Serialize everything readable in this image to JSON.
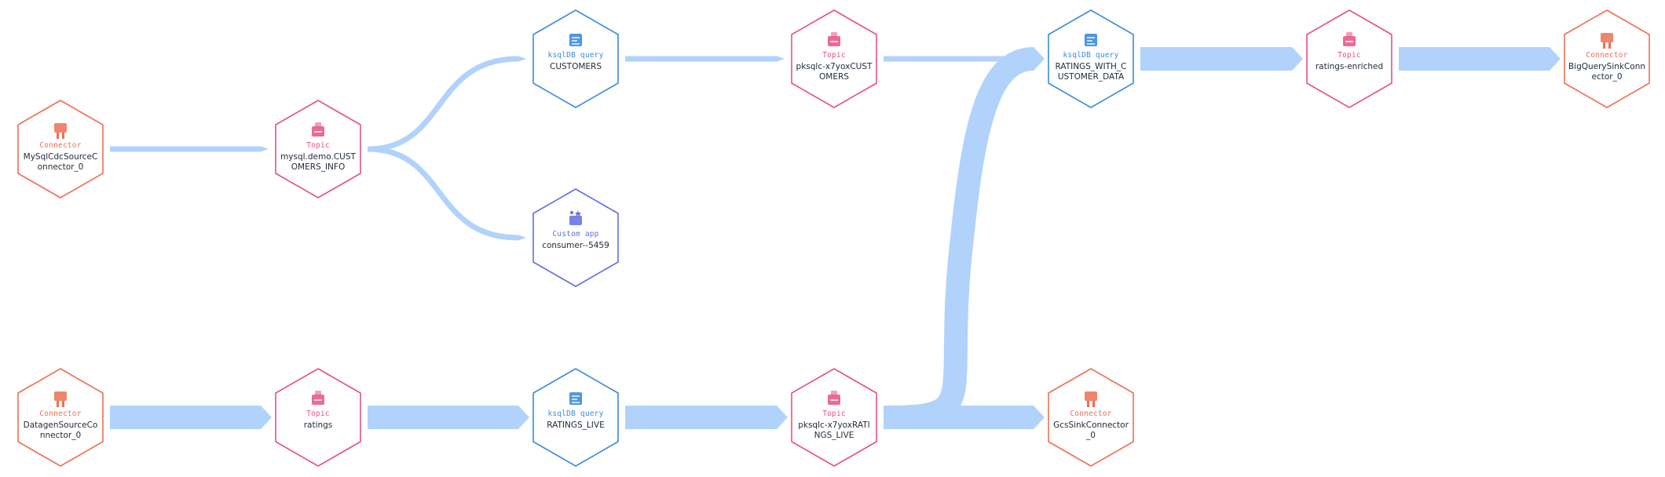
{
  "colors": {
    "connector": "#ef6f52",
    "topic": "#e94f86",
    "ksql": "#3a8ce0",
    "custom": "#5f6fe0",
    "edge": "#b1d2fb",
    "edge_dark": "#8fbcf6"
  },
  "nodes": [
    {
      "id": "mysql-src",
      "kind": "connector",
      "type_label": "Connector",
      "name_lines": [
        "MySqlCdcSourceC",
        "onnector_0"
      ],
      "icon": "plug-icon"
    },
    {
      "id": "topic-mysql",
      "kind": "topic",
      "type_label": "Topic",
      "name_lines": [
        "mysql.demo.CUST",
        "OMERS_INFO"
      ],
      "icon": "inbox-icon"
    },
    {
      "id": "ksql-customers",
      "kind": "ksql",
      "type_label": "ksqlDB query",
      "name_lines": [
        "CUSTOMERS"
      ],
      "icon": "query-icon"
    },
    {
      "id": "custom-consumer",
      "kind": "custom",
      "type_label": "Custom app",
      "name_lines": [
        "consumer--5459"
      ],
      "icon": "app-icon"
    },
    {
      "id": "topic-customers",
      "kind": "topic",
      "type_label": "Topic",
      "name_lines": [
        "pksqlc-x7yoxCUST",
        "OMERS"
      ],
      "icon": "inbox-icon"
    },
    {
      "id": "ksql-ratings-cust",
      "kind": "ksql",
      "type_label": "ksqlDB query",
      "name_lines": [
        "RATINGS_WITH_C",
        "USTOMER_DATA"
      ],
      "icon": "query-icon"
    },
    {
      "id": "topic-enriched",
      "kind": "topic",
      "type_label": "Topic",
      "name_lines": [
        "ratings-enriched"
      ],
      "icon": "inbox-icon"
    },
    {
      "id": "bq-sink",
      "kind": "connector",
      "type_label": "Connector",
      "name_lines": [
        "BigQuerySinkConn",
        "ector_0"
      ],
      "icon": "plug-icon"
    },
    {
      "id": "datagen-src",
      "kind": "connector",
      "type_label": "Connector",
      "name_lines": [
        "DatagenSourceCo",
        "nnector_0"
      ],
      "icon": "plug-icon"
    },
    {
      "id": "topic-ratings",
      "kind": "topic",
      "type_label": "Topic",
      "name_lines": [
        "ratings"
      ],
      "icon": "inbox-icon"
    },
    {
      "id": "ksql-ratings-live",
      "kind": "ksql",
      "type_label": "ksqlDB query",
      "name_lines": [
        "RATINGS_LIVE"
      ],
      "icon": "query-icon"
    },
    {
      "id": "topic-ratings-live",
      "kind": "topic",
      "type_label": "Topic",
      "name_lines": [
        "pksqlc-x7yoxRATI",
        "NGS_LIVE"
      ],
      "icon": "inbox-icon"
    },
    {
      "id": "gcs-sink",
      "kind": "connector",
      "type_label": "Connector",
      "name_lines": [
        "GcsSinkConnector",
        "_0"
      ],
      "icon": "plug-icon"
    }
  ],
  "edges": [
    {
      "from": "mysql-src",
      "to": "topic-mysql",
      "weight": "thin"
    },
    {
      "from": "topic-mysql",
      "to": "ksql-customers",
      "weight": "thin"
    },
    {
      "from": "topic-mysql",
      "to": "custom-consumer",
      "weight": "thin"
    },
    {
      "from": "ksql-customers",
      "to": "topic-customers",
      "weight": "thin"
    },
    {
      "from": "topic-customers",
      "to": "ksql-ratings-cust",
      "weight": "thin"
    },
    {
      "from": "ksql-ratings-cust",
      "to": "topic-enriched",
      "weight": "thick"
    },
    {
      "from": "topic-enriched",
      "to": "bq-sink",
      "weight": "thick"
    },
    {
      "from": "datagen-src",
      "to": "topic-ratings",
      "weight": "thick"
    },
    {
      "from": "topic-ratings",
      "to": "ksql-ratings-live",
      "weight": "thick"
    },
    {
      "from": "ksql-ratings-live",
      "to": "topic-ratings-live",
      "weight": "thick"
    },
    {
      "from": "topic-ratings-live",
      "to": "ksql-ratings-cust",
      "weight": "thick"
    },
    {
      "from": "topic-ratings-live",
      "to": "gcs-sink",
      "weight": "thick"
    }
  ]
}
